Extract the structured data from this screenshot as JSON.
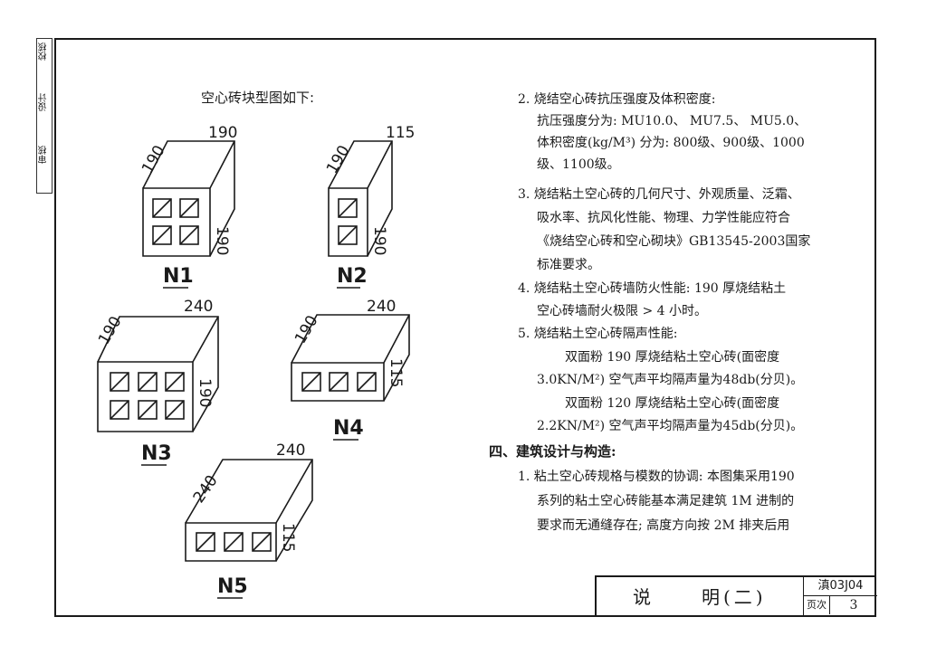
{
  "sidebar": {
    "items": [
      "校核",
      "设计",
      "审核"
    ]
  },
  "drawing": {
    "title": "空心砖块型图如下:",
    "blocks": [
      {
        "name": "N1",
        "dims": [
          "190",
          "190",
          "190"
        ]
      },
      {
        "name": "N2",
        "dims": [
          "115",
          "190",
          "190"
        ]
      },
      {
        "name": "N3",
        "dims": [
          "240",
          "190",
          "190"
        ]
      },
      {
        "name": "N4",
        "dims": [
          "240",
          "190",
          "115"
        ]
      },
      {
        "name": "N5",
        "dims": [
          "240",
          "240",
          "115"
        ]
      }
    ]
  },
  "notes": {
    "lines": [
      "2. 烧结空心砖抗压强度及体积密度:",
      "抗压强度分为: MU10.0、 MU7.5、 MU5.0、",
      "体积密度(kg/M³) 分为: 800级、900级、1000",
      "级、1100级。",
      "3. 烧结粘土空心砖的几何尺寸、外观质量、泛霜、",
      "吸水率、抗风化性能、物理、力学性能应符合",
      "《烧结空心砖和空心砌块》GB13545-2003国家",
      "标准要求。",
      "4. 烧结粘土空心砖墙防火性能: 190 厚烧结粘土",
      "空心砖墙耐火极限 > 4 小时。",
      "5. 烧结粘土空心砖隔声性能:",
      "双面粉 190 厚烧结粘土空心砖(面密度",
      "3.0KN/M²) 空气声平均隔声量为48db(分贝)。",
      "双面粉 120 厚烧结粘土空心砖(面密度",
      "2.2KN/M²) 空气声平均隔声量为45db(分贝)。",
      "四、建筑设计与构造:",
      "1. 粘土空心砖规格与模数的协调: 本图集采用190",
      "系列的粘土空心砖能基本满足建筑 1M 进制的",
      "要求而无通缝存在; 高度方向按 2M 排夹后用"
    ]
  },
  "title_block": {
    "title_a": "说",
    "title_b": "明(二)",
    "atlas_no": "滇03J04",
    "page_label": "页次",
    "page_no": "3"
  }
}
